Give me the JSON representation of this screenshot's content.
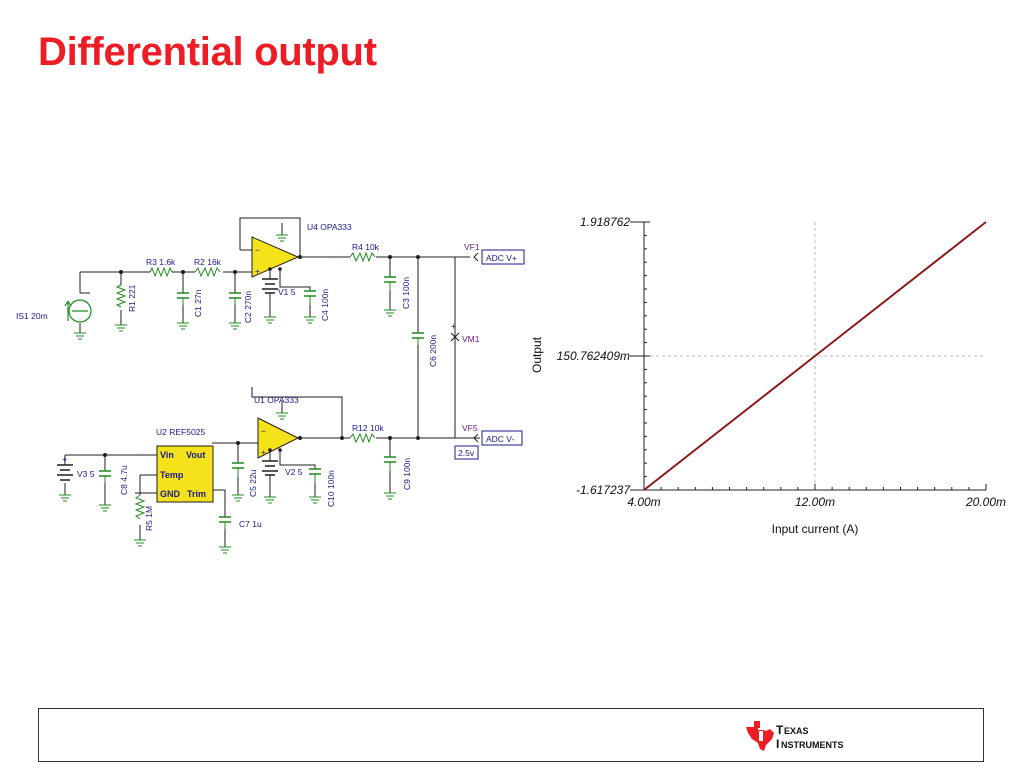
{
  "slide": {
    "title": "Differential output"
  },
  "schematic": {
    "labels": {
      "u4": "U4 OPA333",
      "u1": "U1 OPA333",
      "u2": "U2 REF5025",
      "r3": "R3 1.6k",
      "r2": "R2 16k",
      "r4": "R4 10k",
      "r12": "R12 10k",
      "r1": "R1 221",
      "r5": "R5 1M",
      "c1": "C1 27n",
      "c2": "C2 270n",
      "c4": "C4 100n",
      "c3": "C3 100n",
      "c6": "C6 200n",
      "c8": "C8 4.7u",
      "c5": "C5 22u",
      "c10": "C10 100n",
      "c9": "C9 100n",
      "c7": "C7 1u",
      "v1": "V1 5",
      "v2": "V2 5",
      "v3": "V3 5",
      "is1": "IS1 20m",
      "vf1": "VF1",
      "vf5": "VF5",
      "vm1": "VM1",
      "adc_pos": "ADC V+",
      "adc_neg": "ADC V-",
      "ref_box": "2.5v",
      "pin_vin": "Vin",
      "pin_vout": "Vout",
      "pin_temp": "Temp",
      "pin_gnd": "GND",
      "pin_trim": "Trim",
      "plus": "+",
      "minus": "−"
    },
    "colors": {
      "wire": "#1f1f1f",
      "passive": "#1e8c1e",
      "opamp": "#f5e21b",
      "ic": "#f5e21b",
      "label": "#1a1a8c"
    }
  },
  "chart_data": {
    "type": "line",
    "xlabel": "Input current (A)",
    "ylabel": "Output",
    "x_ticks": [
      "4.00m",
      "12.00m",
      "20.00m"
    ],
    "y_ticks": [
      "1.918762",
      "150.762409m",
      "-1.617237"
    ],
    "xlim": [
      0.004,
      0.02
    ],
    "ylim": [
      -1.617237,
      1.918762
    ],
    "grid": true,
    "series": [
      {
        "x": [
          0.004,
          0.012,
          0.02
        ],
        "y": [
          -1.617237,
          0.150762409,
          1.918762
        ],
        "color": "#8b1a1a"
      }
    ]
  },
  "footer": {
    "logo": {
      "line1_cap": "T",
      "line1_rest": "EXAS",
      "line2_cap": "I",
      "line2_rest": "NSTRUMENTS",
      "color": "#ee1c25"
    }
  }
}
